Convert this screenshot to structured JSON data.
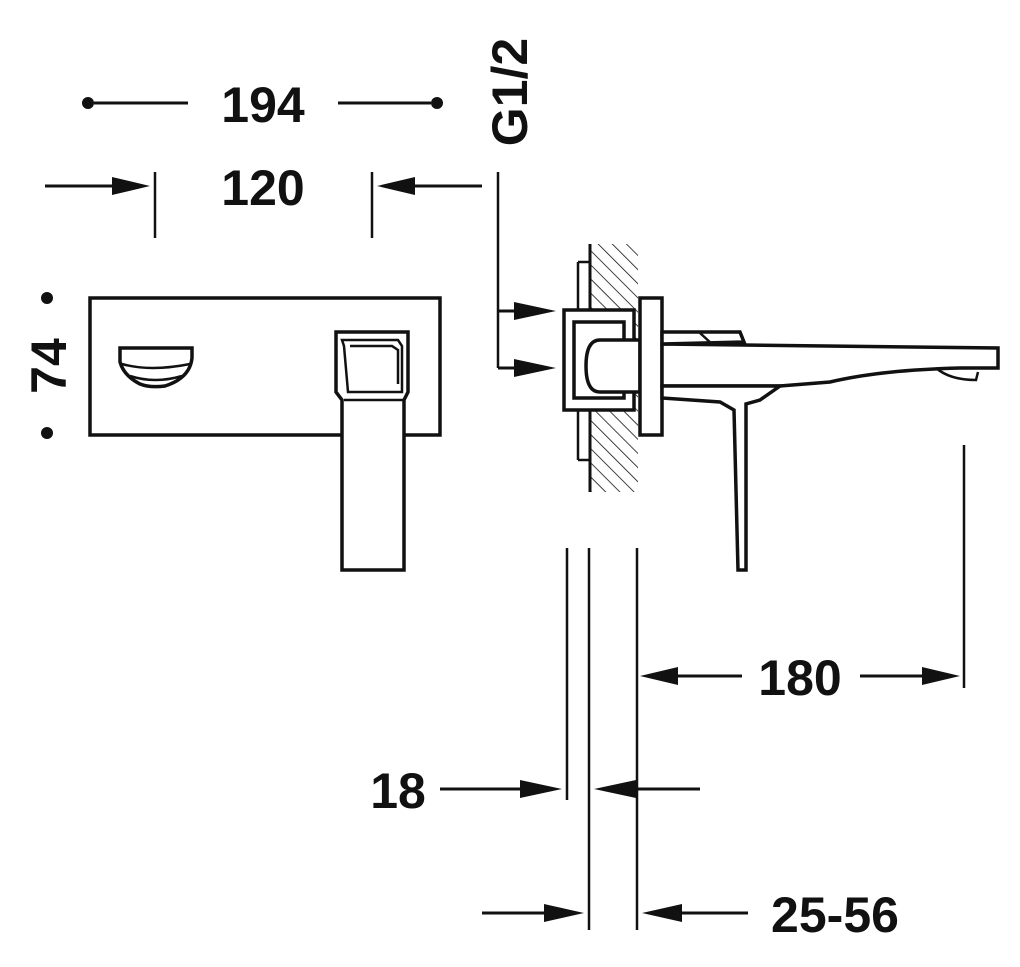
{
  "dimensions": {
    "overall_width": "194",
    "plate_width": "120",
    "plate_height": "74",
    "thread": "G1/2",
    "spout_projection": "180",
    "plate_thickness": "18",
    "wall_range": "25-56"
  }
}
